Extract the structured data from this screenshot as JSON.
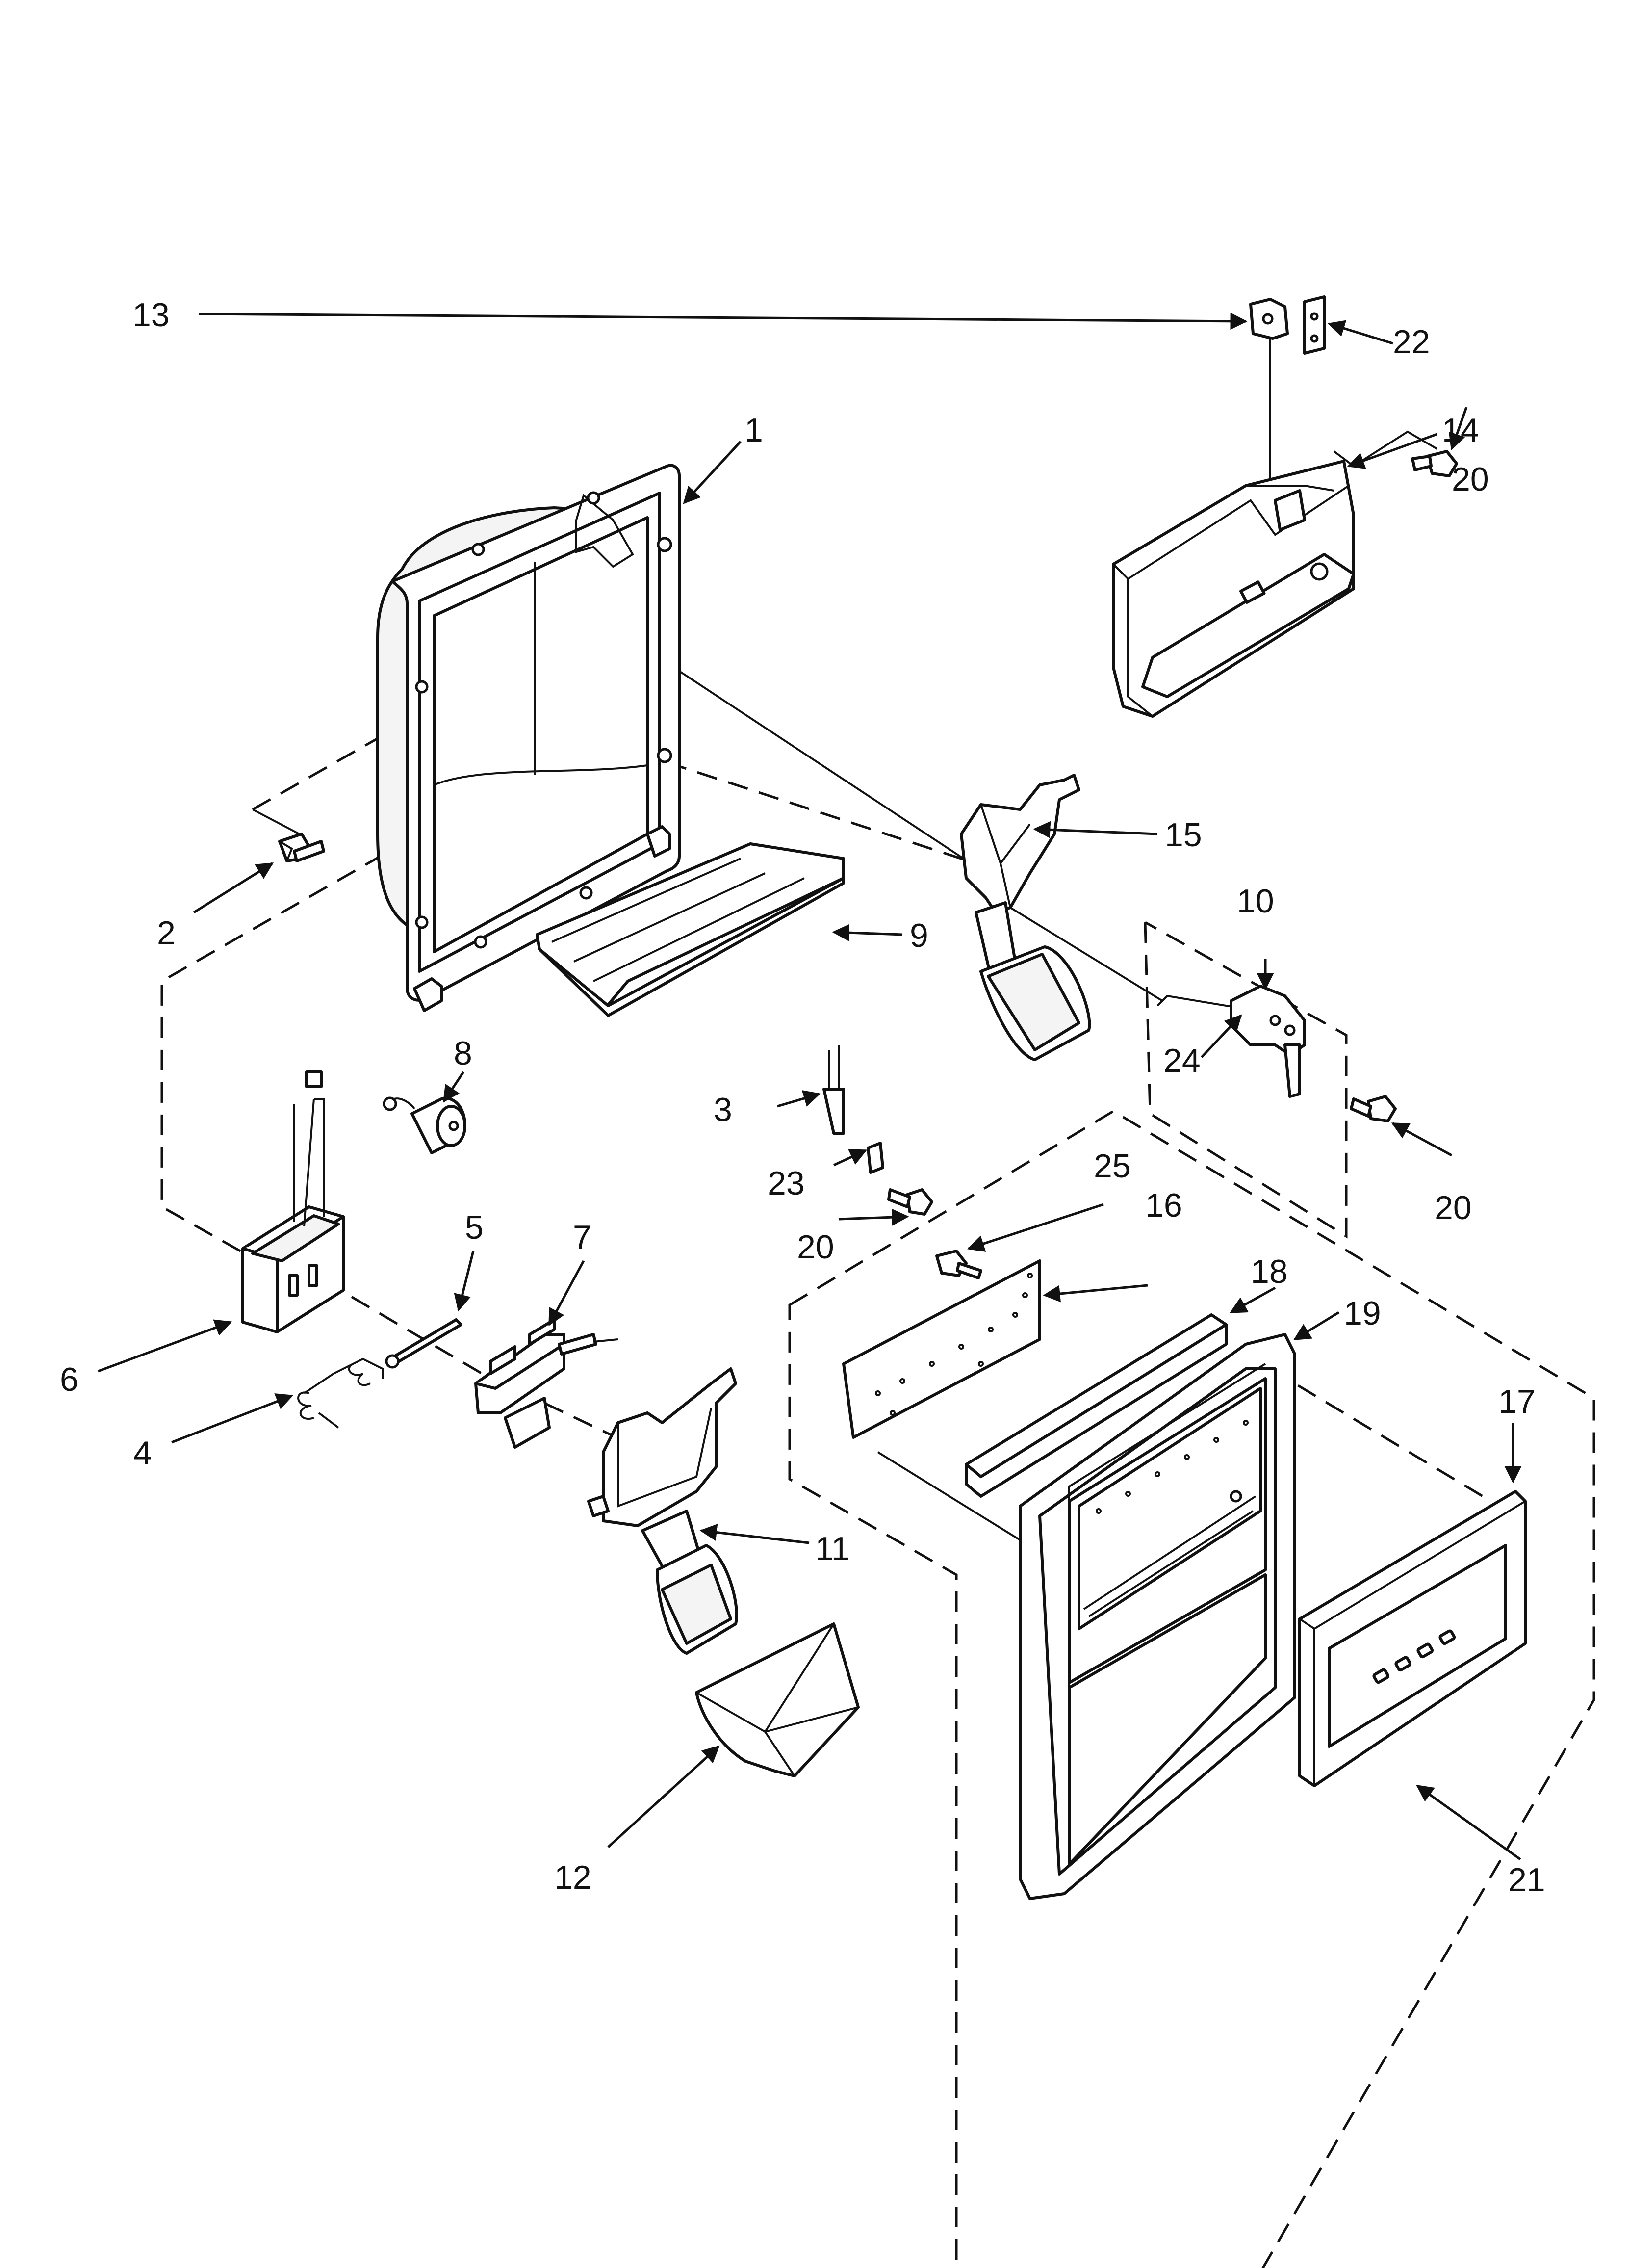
{
  "callouts": {
    "c1": "1",
    "c2": "2",
    "c3": "3",
    "c4": "4",
    "c5": "5",
    "c6": "6",
    "c7": "7",
    "c8": "8",
    "c9": "9",
    "c10": "10",
    "c11": "11",
    "c12": "12",
    "c13": "13",
    "c14": "14",
    "c15": "15",
    "c16": "16",
    "c17": "17",
    "c18": "18",
    "c19": "19",
    "c20a": "20",
    "c20b": "20",
    "c20c": "20",
    "c21": "21",
    "c22": "22",
    "c23": "23",
    "c24": "24",
    "c25": "25"
  }
}
